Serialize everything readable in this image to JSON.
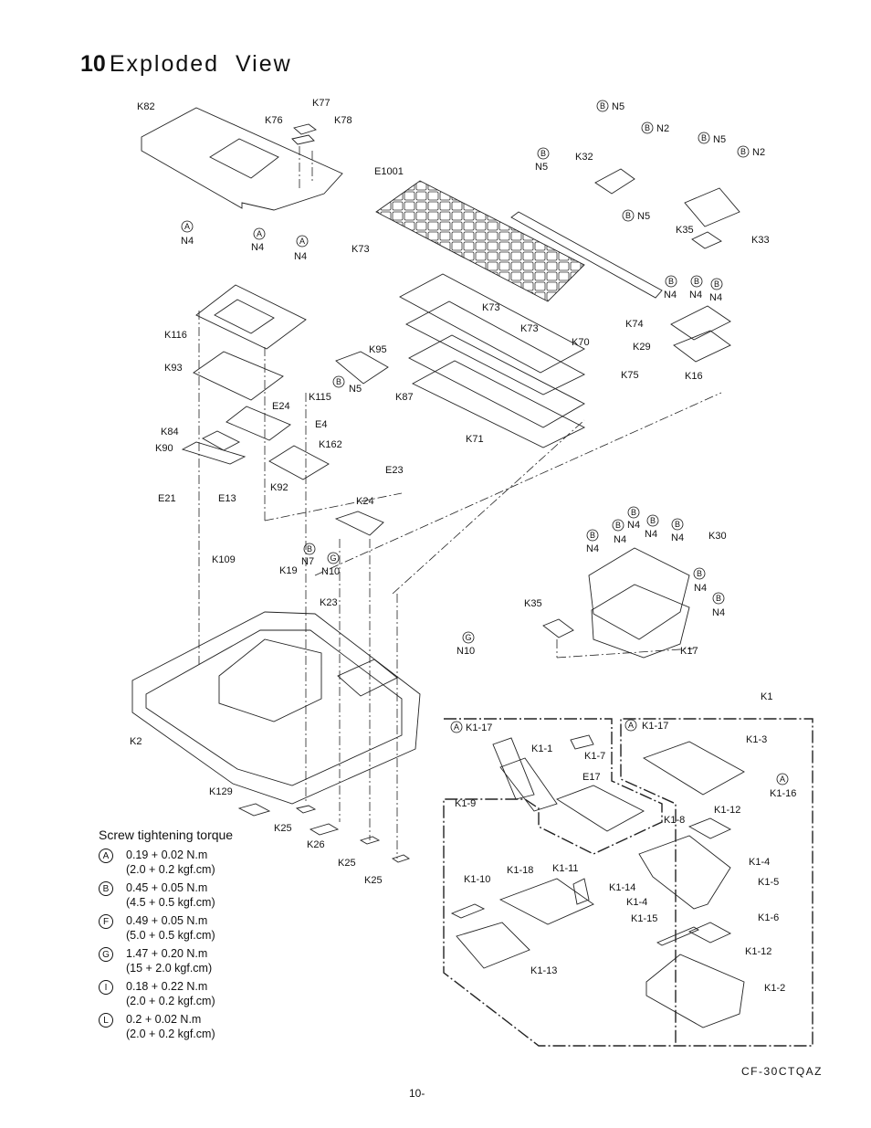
{
  "heading": {
    "number": "10",
    "text": "Exploded  View"
  },
  "labels": {
    "K82": "K82",
    "K77": "K77",
    "K76": "K76",
    "K78": "K78",
    "E1001": "E1001",
    "K73": "K73",
    "N4": "N4",
    "N5": "N5",
    "N2": "N2",
    "K32": "K32",
    "K33": "K33",
    "K35": "K35",
    "K74": "K74",
    "K29": "K29",
    "K16": "K16",
    "K116": "K116",
    "K93": "K93",
    "K95": "K95",
    "K115": "K115",
    "K87": "K87",
    "E24": "E24",
    "E4": "E4",
    "K162": "K162",
    "K84": "K84",
    "K90": "K90",
    "K92": "K92",
    "E23": "E23",
    "E21": "E21",
    "E13": "E13",
    "K24": "K24",
    "K109": "K109",
    "N7": "N7",
    "N10": "N10",
    "K19": "K19",
    "K23": "K23",
    "K30": "K30",
    "K17": "K17",
    "K35b": "K35",
    "K70": "K70",
    "K75": "K75",
    "K71": "K71",
    "K2": "K2",
    "K129": "K129",
    "K25": "K25",
    "K26": "K26",
    "K1": "K1",
    "K1_17": "K1-17",
    "K1_3": "K1-3",
    "K1_16": "K1-16",
    "K1_1": "K1-1",
    "K1_7": "K1-7",
    "K1_9": "K1-9",
    "E17": "E17",
    "K1_8": "K1-8",
    "K1_12": "K1-12",
    "K1_4": "K1-4",
    "K1_5": "K1-5",
    "K1_6": "K1-6",
    "K1_10": "K1-10",
    "K1_18": "K1-18",
    "K1_11": "K1-11",
    "K1_14": "K1-14",
    "K1_15": "K1-15",
    "K1_13": "K1-13",
    "K1_2": "K1-2"
  },
  "badges": {
    "A": "A",
    "B": "B",
    "F": "F",
    "G": "G",
    "I": "I",
    "L": "L"
  },
  "torque": {
    "title": "Screw tightening torque",
    "rows": [
      {
        "badge": "A",
        "line1": "0.19 + 0.02 N.m",
        "line2": "(2.0 + 0.2 kgf.cm)"
      },
      {
        "badge": "B",
        "line1": "0.45 + 0.05 N.m",
        "line2": "(4.5 + 0.5 kgf.cm)"
      },
      {
        "badge": "F",
        "line1": "0.49 + 0.05 N.m",
        "line2": "(5.0 + 0.5 kgf.cm)"
      },
      {
        "badge": "G",
        "line1": "1.47 + 0.20 N.m",
        "line2": "(15 + 2.0 kgf.cm)"
      },
      {
        "badge": "I",
        "line1": "0.18 + 0.22 N.m",
        "line2": "(2.0 + 0.2 kgf.cm)"
      },
      {
        "badge": "L",
        "line1": "0.2 + 0.02 N.m",
        "line2": "(2.0 + 0.2 kgf.cm)"
      }
    ]
  },
  "model": "CF-30CTQAZ",
  "page_number": "10-"
}
